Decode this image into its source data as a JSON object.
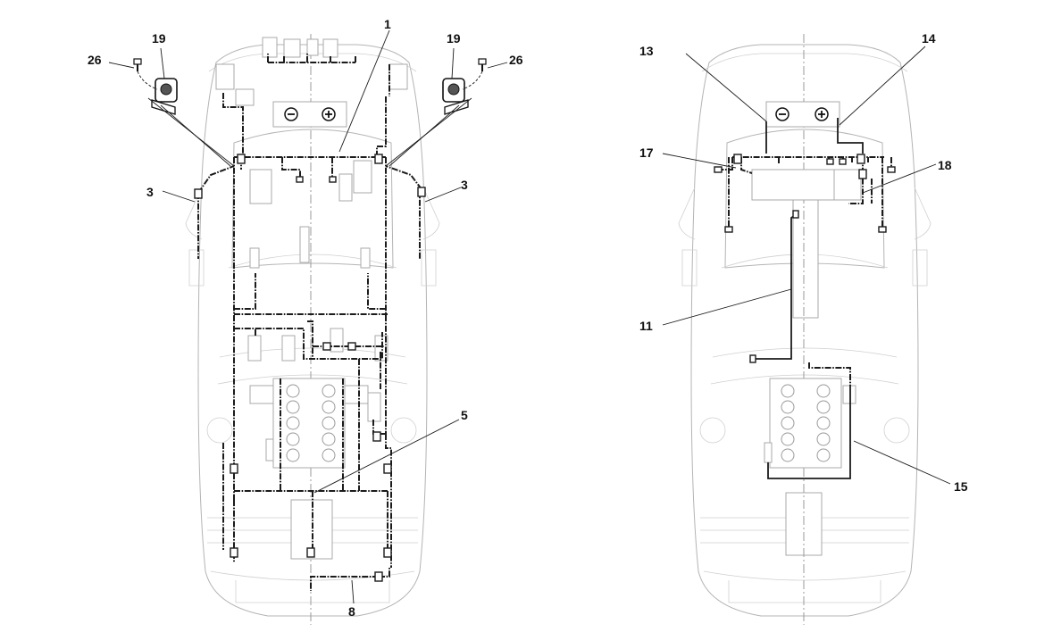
{
  "labels": {
    "l1": "1",
    "l3a": "3",
    "l3b": "3",
    "l5": "5",
    "l8": "8",
    "l19a": "19",
    "l19b": "19",
    "l26a": "26",
    "l26b": "26",
    "l11": "11",
    "l13": "13",
    "l14": "14",
    "l15": "15",
    "l17": "17",
    "l18": "18"
  },
  "battery": {
    "negative": "−",
    "positive": "+"
  },
  "colors": {
    "harness": "#1b1b1b",
    "outline": "#b4b4b4",
    "text": "#111111"
  }
}
